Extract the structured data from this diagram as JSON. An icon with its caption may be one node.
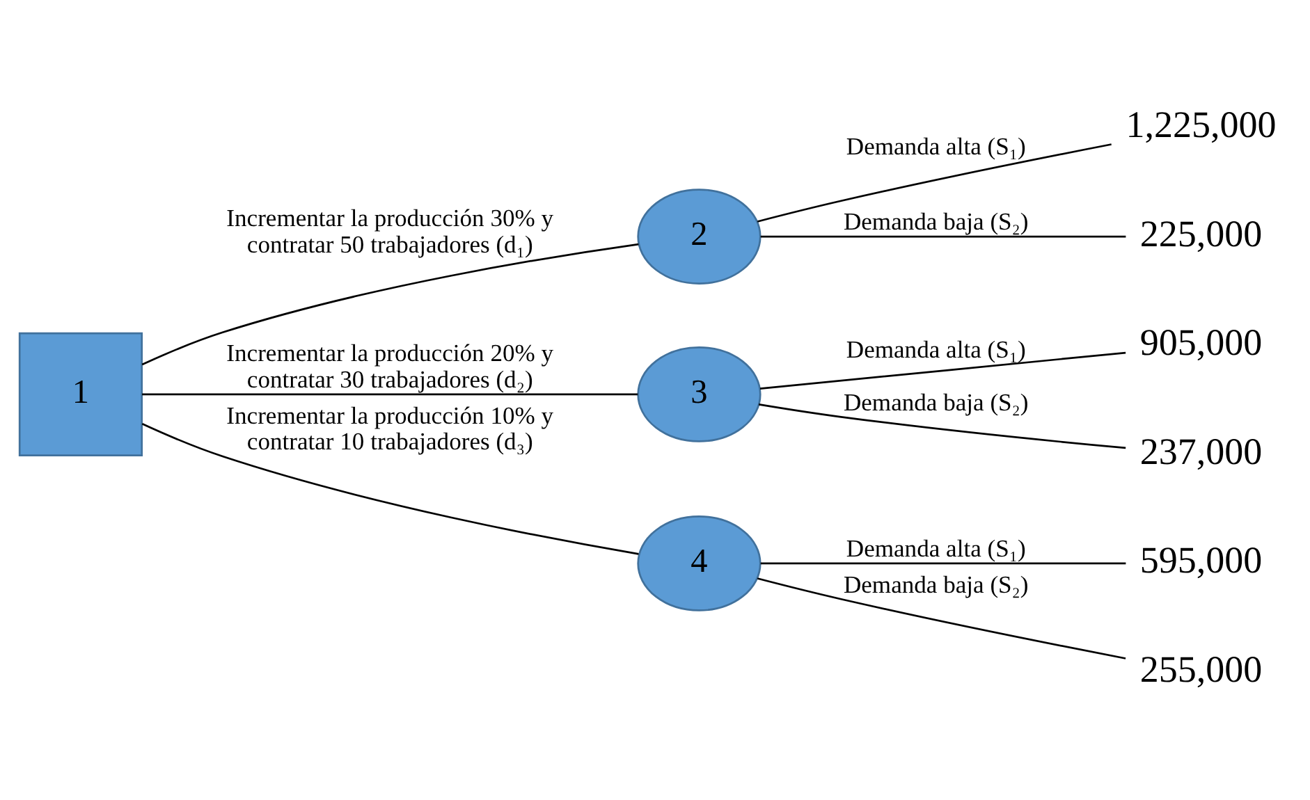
{
  "diagram": {
    "nodes": [
      {
        "text": [
          "1"
        ]
      },
      {
        "text": [
          "2"
        ]
      },
      {
        "text": [
          "3"
        ]
      },
      {
        "text": [
          "4"
        ]
      },
      {
        "text": [
          "1,225,000"
        ]
      },
      {
        "text": [
          "225,000"
        ]
      },
      {
        "text": [
          "905,000"
        ]
      },
      {
        "text": [
          "237,000"
        ]
      },
      {
        "text": [
          "595,000"
        ]
      },
      {
        "text": [
          "255,000"
        ]
      }
    ],
    "edges": [
      {
        "from": 0,
        "to": 1,
        "arrow": "none",
        "label": "Incrementar la producción 30% y contratar 50 trabajadores (d₁)"
      },
      {
        "from": 0,
        "to": 2,
        "arrow": "none",
        "label": "Incrementar la producción 20% y contratar 30 trabajadores (d₂)"
      },
      {
        "from": 0,
        "to": 3,
        "arrow": "none",
        "label": "Incrementar la producción 10% y contratar 10 trabajadores (d₃)"
      },
      {
        "from": 1,
        "to": 4,
        "arrow": "none",
        "label": "Demanda alta (S₁)"
      },
      {
        "from": 1,
        "to": 5,
        "arrow": "none",
        "label": "Demanda baja (S₂)"
      },
      {
        "from": 2,
        "to": 6,
        "arrow": "none",
        "label": "Demanda alta (S₁)"
      },
      {
        "from": 2,
        "to": 7,
        "arrow": "none",
        "label": "Demanda baja (S₂)"
      },
      {
        "from": 3,
        "to": 8,
        "arrow": "none",
        "label": "Demanda alta (S₁)"
      },
      {
        "from": 3,
        "to": 9,
        "arrow": "none",
        "label": "Demanda baja (S₂)"
      }
    ]
  }
}
